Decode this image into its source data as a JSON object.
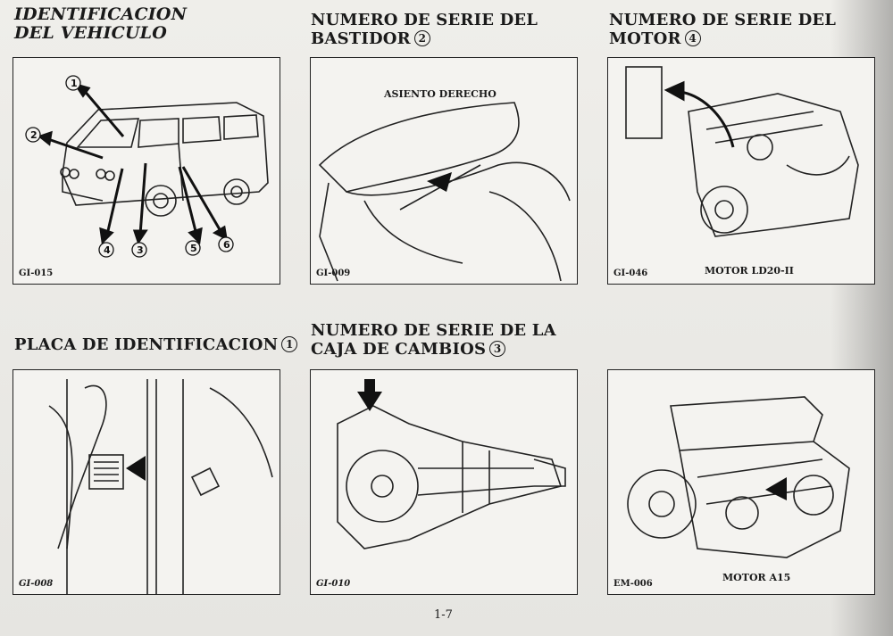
{
  "headings": {
    "vehicle_id": {
      "line1": "IDENTIFICACION",
      "line2": "DEL VEHICULO"
    },
    "chassis_serial": {
      "line1": "NUMERO DE SERIE DEL",
      "line2": "BASTIDOR",
      "number": "2"
    },
    "engine_serial": {
      "line1": "NUMERO DE SERIE DEL",
      "line2": "MOTOR",
      "number": "4"
    },
    "id_plate": {
      "line1": "PLACA DE IDENTIFICACION",
      "number": "1"
    },
    "gearbox_serial": {
      "line1": "NUMERO DE SERIE DE LA",
      "line2": "CAJA DE CAMBIOS",
      "number": "3"
    }
  },
  "van": {
    "callouts": [
      "1",
      "2",
      "3",
      "4",
      "5",
      "6"
    ]
  },
  "figures": {
    "van": {
      "code": "GI-015"
    },
    "seat": {
      "label": "ASIENTO DERECHO",
      "code": "GI-009"
    },
    "engine_ld20": {
      "label": "MOTOR LD20-II",
      "code": "GI-046"
    },
    "id_plate": {
      "code": "GI-008"
    },
    "gearbox": {
      "code": "GI-010"
    },
    "engine_a15": {
      "label": "MOTOR A15",
      "code": "EM-006"
    }
  },
  "page": {
    "number": "1-7"
  }
}
